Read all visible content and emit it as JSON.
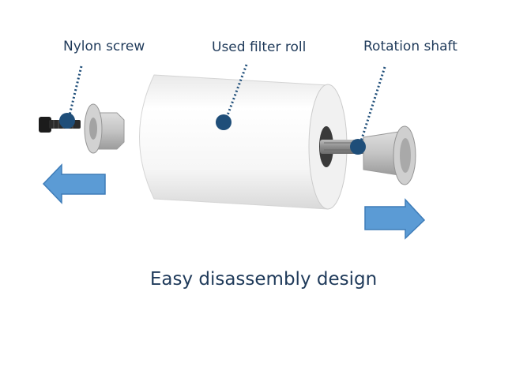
{
  "labels": {
    "nylon_screw": "Nylon screw",
    "used_filter_roll": "Used filter roll",
    "rotation_shaft": "Rotation shaft"
  },
  "caption": "Easy disassembly design",
  "colors": {
    "label_text": "#1f3a5a",
    "marker_dot": "#1f4e79",
    "arrow_fill": "#5b9bd5",
    "arrow_stroke": "#3e7cb8",
    "roll_fill": "#ffffff",
    "cap_fill": "#c8c8c8"
  },
  "icons": {
    "left_arrow": "arrow-left-icon",
    "right_arrow": "arrow-right-icon"
  }
}
